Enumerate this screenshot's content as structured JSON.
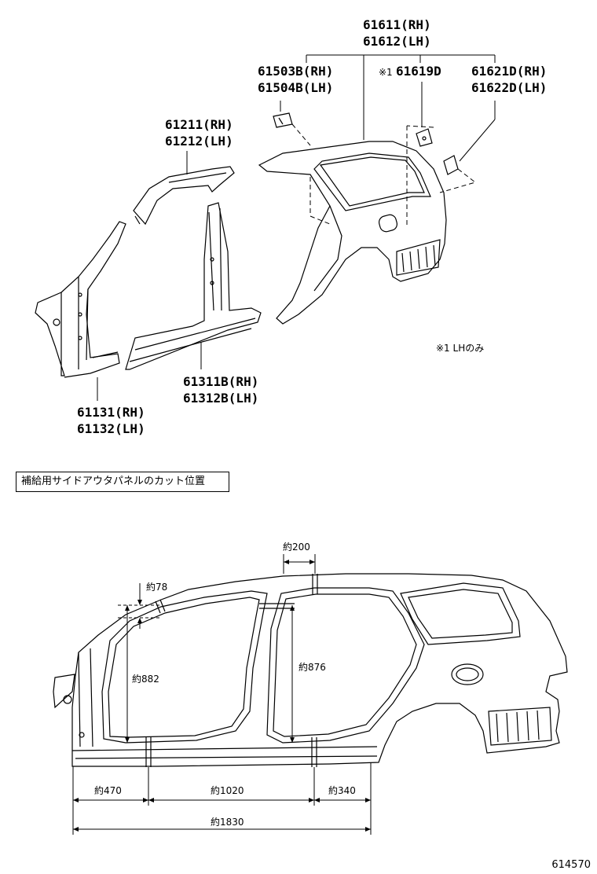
{
  "parts": {
    "quarter_panel": {
      "rh": "61611(RH)",
      "lh": "61612(LH)"
    },
    "extension_a": {
      "rh": "61503B(RH)",
      "lh": "61504B(LH)"
    },
    "bracket": {
      "mark": "※1",
      "num": "61619D"
    },
    "extension_b": {
      "rh": "61621D(RH)",
      "lh": "61622D(LH)"
    },
    "roof_rail": {
      "rh": "61211(RH)",
      "lh": "61212(LH)"
    },
    "rocker": {
      "rh": "61311B(RH)",
      "lh": "61312B(LH)"
    },
    "front_pillar": {
      "rh": "61131(RH)",
      "lh": "61132(LH)"
    }
  },
  "footnote": "※1 LHのみ",
  "section_title": "補給用サイドアウタパネルのカット位置",
  "dimensions": {
    "d200": "約200",
    "d78": "約78",
    "d882": "約882",
    "d876": "約876",
    "d470": "約470",
    "d1020": "約1020",
    "d340": "約340",
    "d1830": "約1830"
  },
  "figure_number": "614570"
}
